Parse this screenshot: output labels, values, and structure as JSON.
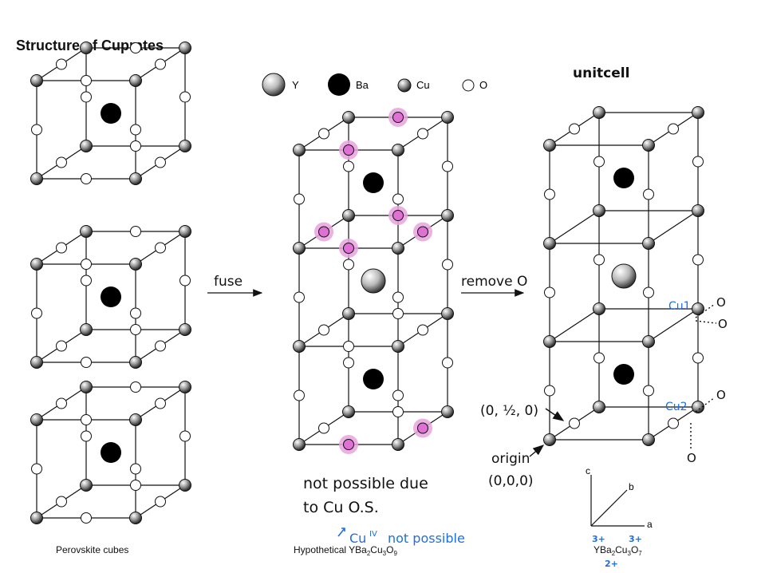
{
  "title": "Structure of Cuprates",
  "legend": [
    {
      "symbol": "Y"
    },
    {
      "symbol": "Ba"
    },
    {
      "symbol": "Cu"
    },
    {
      "symbol": "O"
    }
  ],
  "captions": {
    "left": "Perovskite  cubes",
    "middle": {
      "prefix": "Hypothetical YBa",
      "s1": "2",
      "mid1": "Cu",
      "s2": "3",
      "mid2": "O",
      "s3": "9"
    },
    "right": {
      "prefix": "YBa",
      "s1": "2",
      "mid1": "Cu",
      "s2": "3",
      "mid2": "O",
      "s3": "7"
    }
  },
  "handwritten": {
    "fuse": "fuse",
    "remove_o": "remove O",
    "unitcell": "unitcell",
    "not_possible_1": "not possible due",
    "not_possible_2": "to Cu O.S.",
    "cu_iv_prefix": "Cu",
    "cu_iv_sup": "IV",
    "cu_iv_suffix": "not possible",
    "cu1": "Cu1",
    "cu2": "Cu2",
    "o_label": "O",
    "half_point": "(0, ½, 0)",
    "origin": "origin",
    "origin_coord": "(0,0,0)",
    "ox_y": "3+",
    "ox_cu": "3+",
    "ox_ba": "2+"
  },
  "axes_labels": {
    "a": "a",
    "b": "b",
    "c": "c"
  },
  "colors": {
    "ink": "#111111",
    "annotation_blue": "#1f6fe0",
    "highlight_pink": "#e6a3dd"
  }
}
